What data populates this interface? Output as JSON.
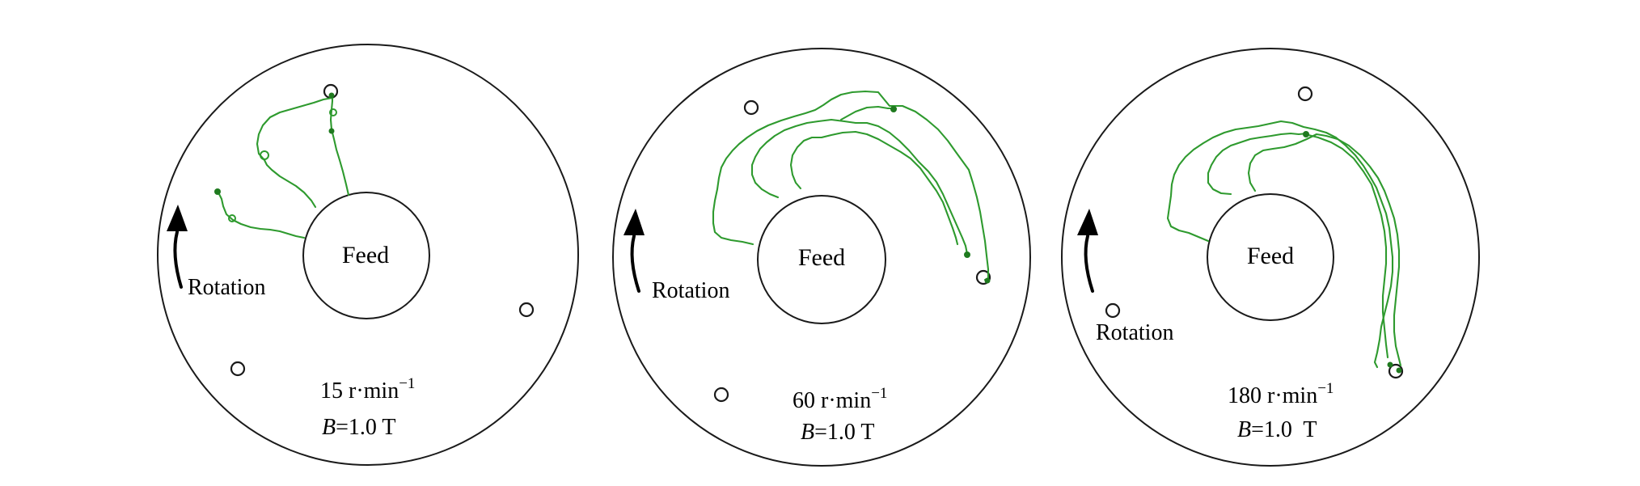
{
  "panels": [
    {
      "id": "p1",
      "feed_label": "Feed",
      "rotation_label": "Rotation",
      "speed_value": "15",
      "speed_unit": "r·min",
      "speed_exp": "−1",
      "field_symbol": "B",
      "field_value": "=1.0 T"
    },
    {
      "id": "p2",
      "feed_label": "Feed",
      "rotation_label": "Rotation",
      "speed_value": "60",
      "speed_unit": "r·min",
      "speed_exp": "−1",
      "field_symbol": "B",
      "field_value": "=1.0 T"
    },
    {
      "id": "p3",
      "feed_label": "Feed",
      "rotation_label": "Rotation",
      "speed_value": "180",
      "speed_unit": "r·min",
      "speed_exp": "−1",
      "field_symbol": "B",
      "field_value": "=1.0  T"
    }
  ],
  "colors": {
    "trajectory": "#2e9a2e",
    "outline": "#1a1a1a"
  },
  "icons": {
    "rotation_arrow": "curved-arrow-up-icon",
    "outlet": "outlet-hole-icon"
  }
}
